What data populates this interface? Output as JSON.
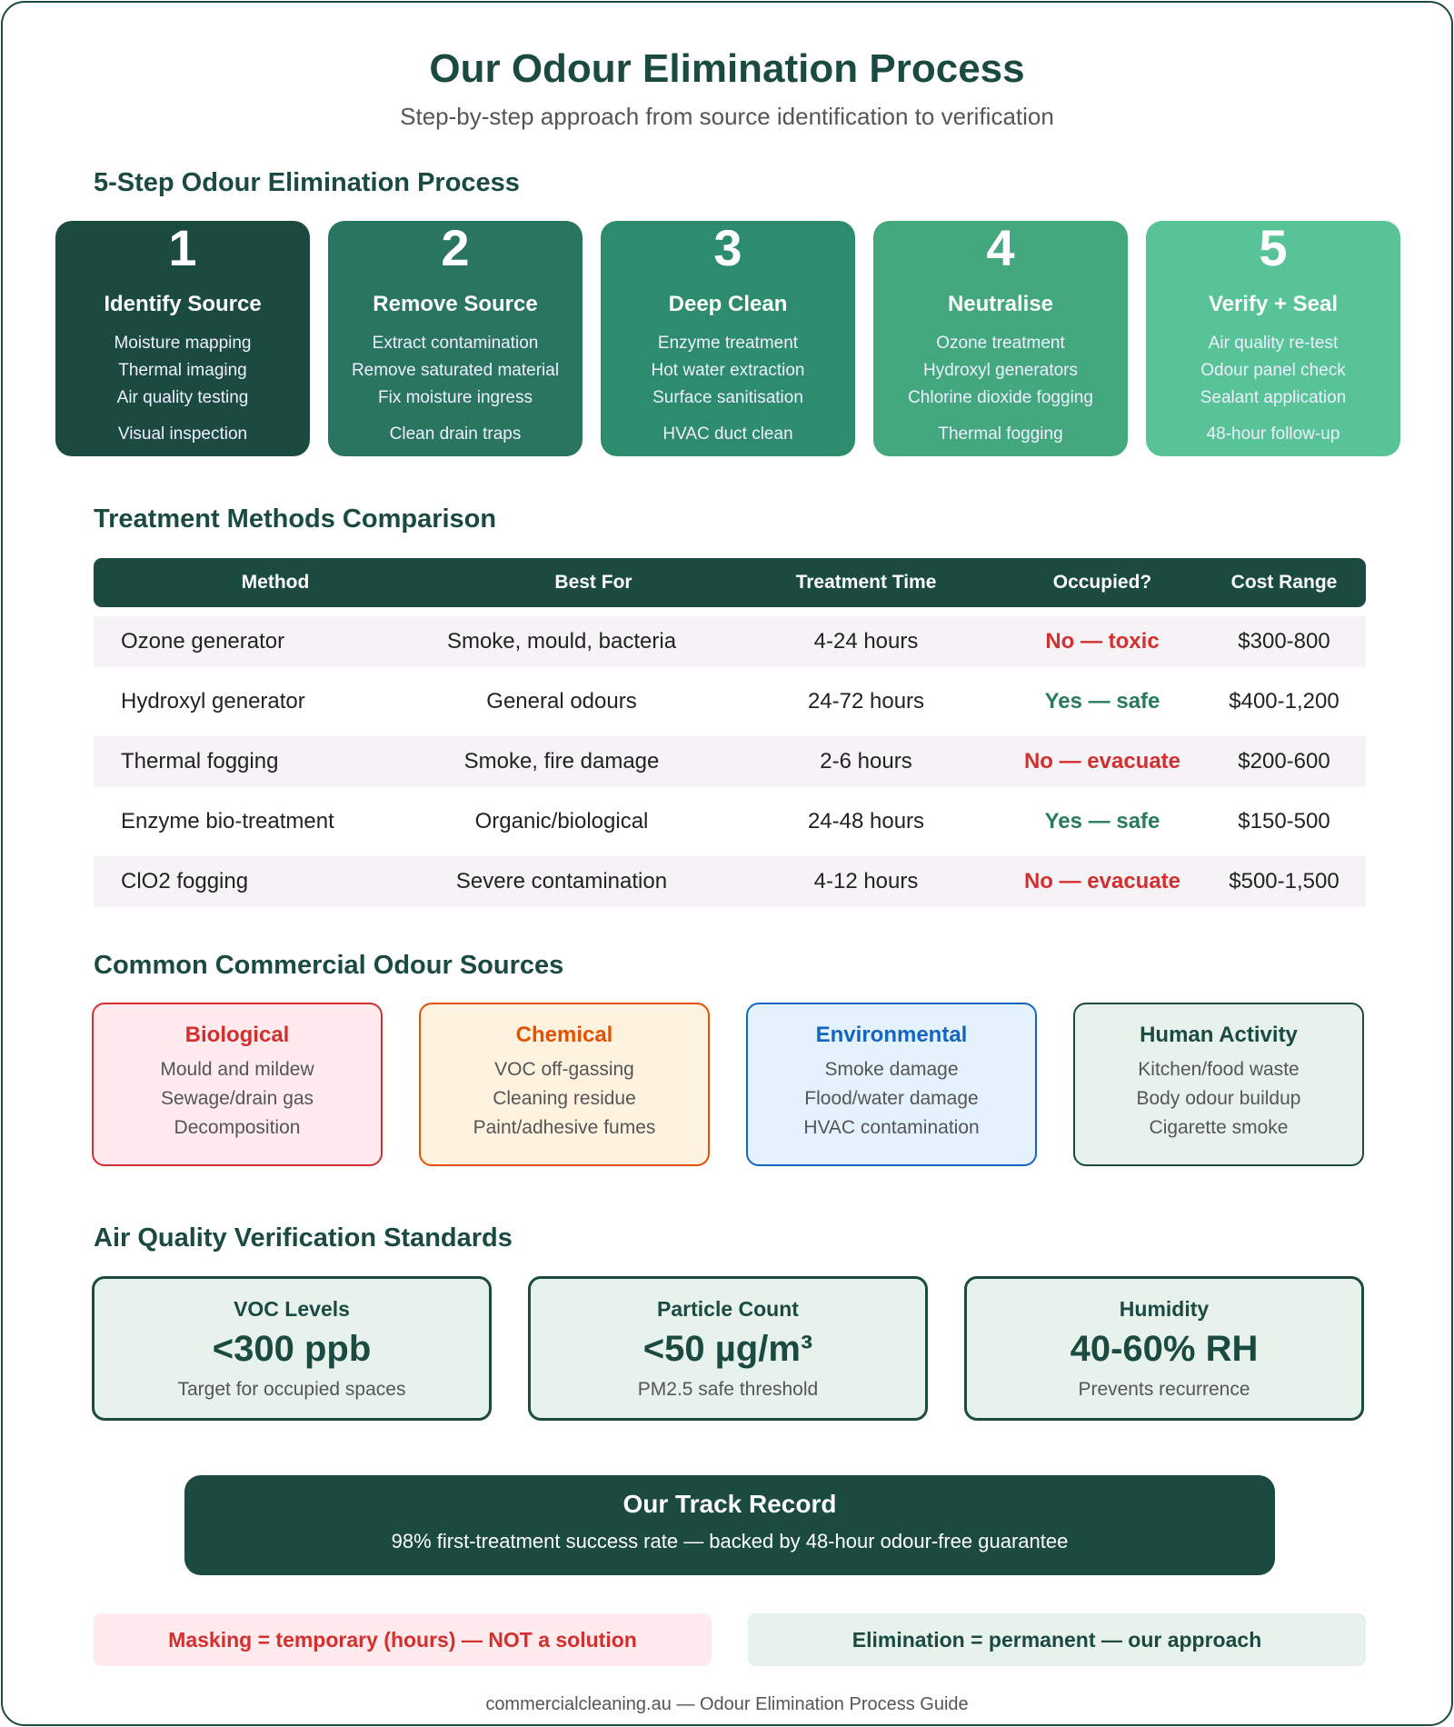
{
  "header": {
    "title": "Our Odour Elimination Process",
    "subtitle": "Step-by-step approach from source identification to verification"
  },
  "steps_section": {
    "heading": "5-Step Odour Elimination Process",
    "steps": [
      {
        "number": "1",
        "title": "Identify Source",
        "items": [
          "Moisture mapping",
          "Thermal imaging",
          "Air quality testing"
        ],
        "extra": "Visual inspection",
        "color": "#1a4a40"
      },
      {
        "number": "2",
        "title": "Remove Source",
        "items": [
          "Extract contamination",
          "Remove saturated material",
          "Fix moisture ingress"
        ],
        "extra": "Clean drain traps",
        "color": "#2a7560"
      },
      {
        "number": "3",
        "title": "Deep Clean",
        "items": [
          "Enzyme treatment",
          "Hot water extraction",
          "Surface sanitisation"
        ],
        "extra": "HVAC duct clean",
        "color": "#2e8c6e"
      },
      {
        "number": "4",
        "title": "Neutralise",
        "items": [
          "Ozone treatment",
          "Hydroxyl generators",
          "Chlorine dioxide fogging"
        ],
        "extra": "Thermal fogging",
        "color": "#44a87f"
      },
      {
        "number": "5",
        "title": "Verify + Seal",
        "items": [
          "Air quality re-test",
          "Odour panel check",
          "Sealant application"
        ],
        "extra": "48-hour follow-up",
        "color": "#57c397"
      }
    ]
  },
  "treatment": {
    "heading": "Treatment Methods Comparison",
    "columns": [
      "Method",
      "Best For",
      "Treatment Time",
      "Occupied?",
      "Cost Range"
    ],
    "rows": [
      {
        "method": "Ozone generator",
        "best_for": "Smoke, mould, bacteria",
        "time": "4-24 hours",
        "occupied": "No — toxic",
        "safe": false,
        "cost": "$300-800"
      },
      {
        "method": "Hydroxyl generator",
        "best_for": "General odours",
        "time": "24-72 hours",
        "occupied": "Yes — safe",
        "safe": true,
        "cost": "$400-1,200"
      },
      {
        "method": "Thermal fogging",
        "best_for": "Smoke, fire damage",
        "time": "2-6 hours",
        "occupied": "No — evacuate",
        "safe": false,
        "cost": "$200-600"
      },
      {
        "method": "Enzyme bio-treatment",
        "best_for": "Organic/biological",
        "time": "24-48 hours",
        "occupied": "Yes — safe",
        "safe": true,
        "cost": "$150-500"
      },
      {
        "method": "ClO2 fogging",
        "best_for": "Severe contamination",
        "time": "4-12 hours",
        "occupied": "No — evacuate",
        "safe": false,
        "cost": "$500-1,500"
      }
    ],
    "colors": {
      "unsafe": "#d32f2f",
      "safe": "#2a7a62"
    }
  },
  "sources": {
    "heading": "Common Commercial Odour Sources",
    "cards": [
      {
        "title": "Biological",
        "items": [
          "Mould and mildew",
          "Sewage/drain gas",
          "Decomposition"
        ],
        "color": "#d32f2f",
        "bg": "#ffebee"
      },
      {
        "title": "Chemical",
        "items": [
          "VOC off-gassing",
          "Cleaning residue",
          "Paint/adhesive fumes"
        ],
        "color": "#e65100",
        "bg": "#fff3e0"
      },
      {
        "title": "Environmental",
        "items": [
          "Smoke damage",
          "Flood/water damage",
          "HVAC contamination"
        ],
        "color": "#1565c0",
        "bg": "#e3f2fd"
      },
      {
        "title": "Human Activity",
        "items": [
          "Kitchen/food waste",
          "Body odour buildup",
          "Cigarette smoke"
        ],
        "color": "#1a4a40",
        "bg": "#e8f2ec"
      }
    ]
  },
  "air_quality": {
    "heading": "Air Quality Verification Standards",
    "cards": [
      {
        "label": "VOC Levels",
        "value": "<300 ppb",
        "desc": "Target for occupied spaces"
      },
      {
        "label": "Particle Count",
        "value": "<50 µg/m³",
        "desc": "PM2.5 safe threshold"
      },
      {
        "label": "Humidity",
        "value": "40-60% RH",
        "desc": "Prevents recurrence"
      }
    ]
  },
  "track_record": {
    "title": "Our Track Record",
    "text": "98% first-treatment success rate — backed by 48-hour odour-free guarantee"
  },
  "callouts": {
    "masking": "Masking = temporary (hours) — NOT a solution",
    "elimination": "Elimination = permanent — our approach"
  },
  "footer": "commercialcleaning.au — Odour Elimination Process Guide"
}
